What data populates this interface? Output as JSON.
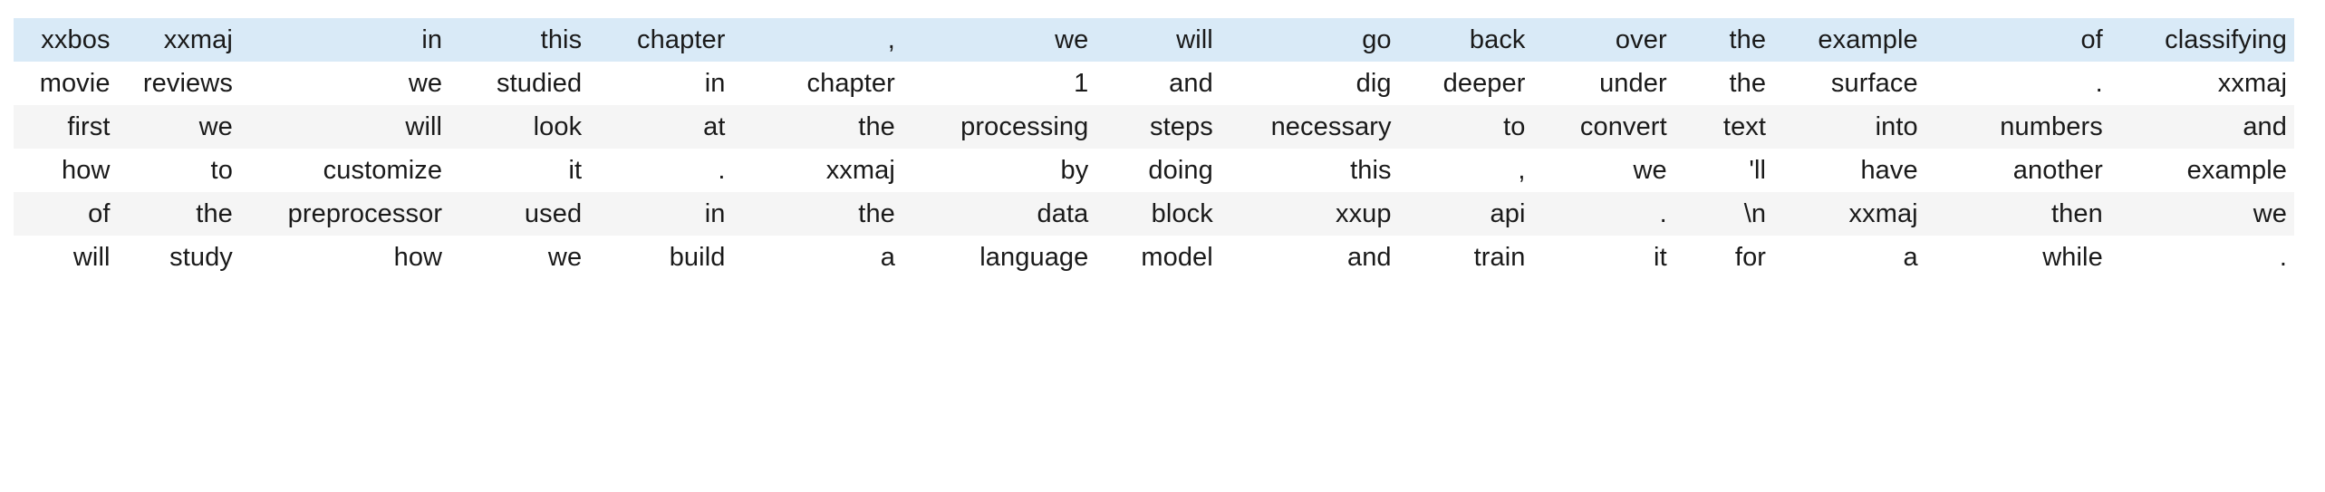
{
  "table": {
    "kind": "dataframe-token-grid",
    "align": "right",
    "column_count": 15,
    "row_count": 6,
    "colors": {
      "page_background": "#ffffff",
      "row_highlight": "#d9eaf7",
      "row_stripe": "#f5f5f5",
      "row_plain": "#ffffff",
      "text": "#1a1a1a"
    },
    "rows": [
      {
        "style": "highlight",
        "cells": [
          "xxbos",
          "xxmaj",
          "in",
          "this",
          "chapter",
          ",",
          "we",
          "will",
          "go",
          "back",
          "over",
          "the",
          "example",
          "of",
          "classifying"
        ]
      },
      {
        "style": "plain",
        "cells": [
          "movie",
          "reviews",
          "we",
          "studied",
          "in",
          "chapter",
          "1",
          "and",
          "dig",
          "deeper",
          "under",
          "the",
          "surface",
          ".",
          "xxmaj"
        ]
      },
      {
        "style": "stripe",
        "cells": [
          "first",
          "we",
          "will",
          "look",
          "at",
          "the",
          "processing",
          "steps",
          "necessary",
          "to",
          "convert",
          "text",
          "into",
          "numbers",
          "and"
        ]
      },
      {
        "style": "plain",
        "cells": [
          "how",
          "to",
          "customize",
          "it",
          ".",
          "xxmaj",
          "by",
          "doing",
          "this",
          ",",
          "we",
          "'ll",
          "have",
          "another",
          "example"
        ]
      },
      {
        "style": "stripe",
        "cells": [
          "of",
          "the",
          "preprocessor",
          "used",
          "in",
          "the",
          "data",
          "block",
          "xxup",
          "api",
          ".",
          "\\n",
          "xxmaj",
          "then",
          "we"
        ]
      },
      {
        "style": "plain",
        "cells": [
          "will",
          "study",
          "how",
          "we",
          "build",
          "a",
          "language",
          "model",
          "and",
          "train",
          "it",
          "for",
          "a",
          "while",
          "."
        ]
      }
    ]
  }
}
